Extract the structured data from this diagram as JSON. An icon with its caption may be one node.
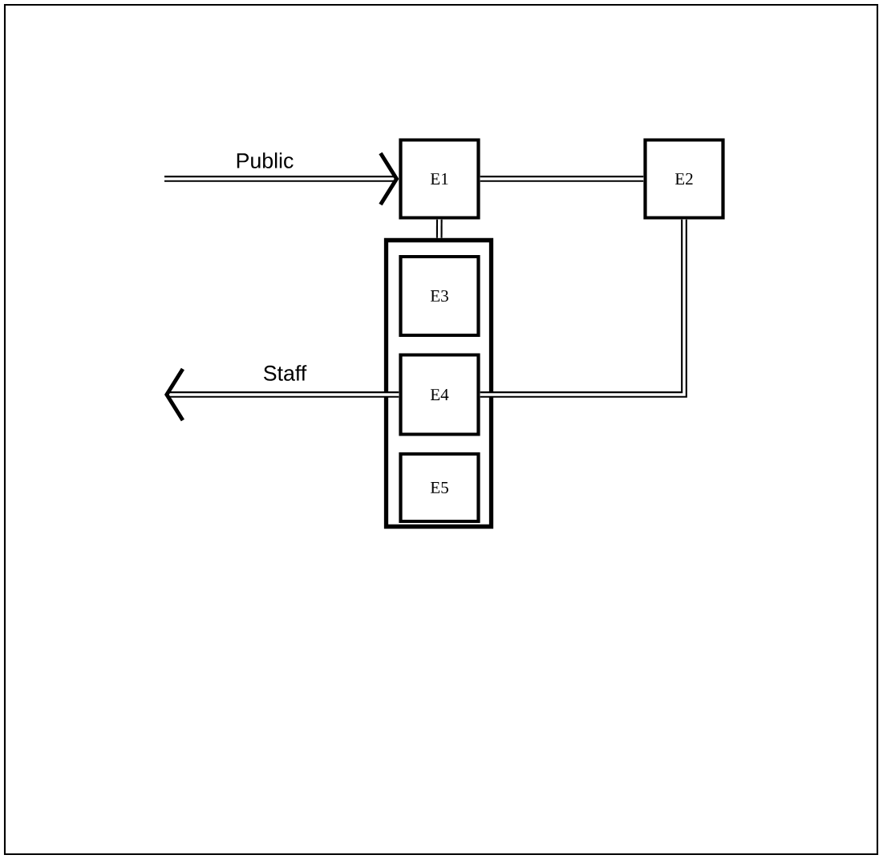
{
  "diagram": {
    "nodes": [
      {
        "text": [
          "E1"
        ]
      },
      {
        "text": [
          "E2"
        ]
      },
      {
        "text": [],
        "shape": "box"
      },
      {
        "text": [
          "E3"
        ],
        "in": 2
      },
      {
        "text": [
          "E4"
        ],
        "in": 2
      },
      {
        "text": [
          "E5"
        ],
        "in": 2
      }
    ],
    "edges": [
      {
        "from": null,
        "to": 0,
        "arrow": "to",
        "label": "Public"
      },
      {
        "from": 0,
        "to": 1,
        "arrow": "none"
      },
      {
        "from": 0,
        "to": 2,
        "arrow": "none"
      },
      {
        "from": 1,
        "to": 4,
        "arrow": "none"
      },
      {
        "from": 4,
        "to": null,
        "arrow": "to",
        "label": "Staff"
      }
    ]
  }
}
